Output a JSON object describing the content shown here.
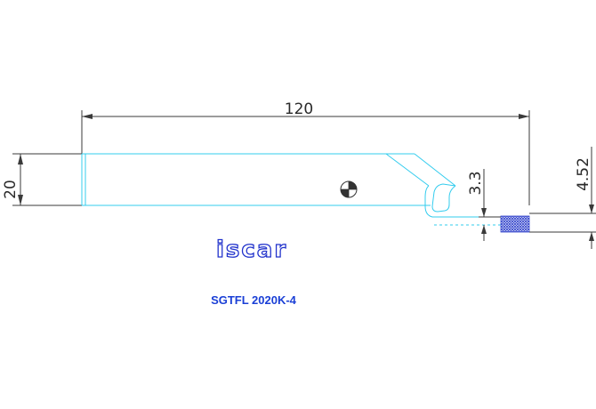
{
  "dimensions": {
    "overall_length": "120",
    "shank_height": "20",
    "insert_height": "3.3",
    "insert_offset": "4.52"
  },
  "logo": {
    "text": "iscar",
    "color": "#2233cc"
  },
  "part_number": "SGTFL 2020K-4",
  "colors": {
    "tool_outline": "#33ccee",
    "dimension": "#3a3a3a",
    "insert_hatch": "#3344cc",
    "caption": "#1a3fd6"
  }
}
